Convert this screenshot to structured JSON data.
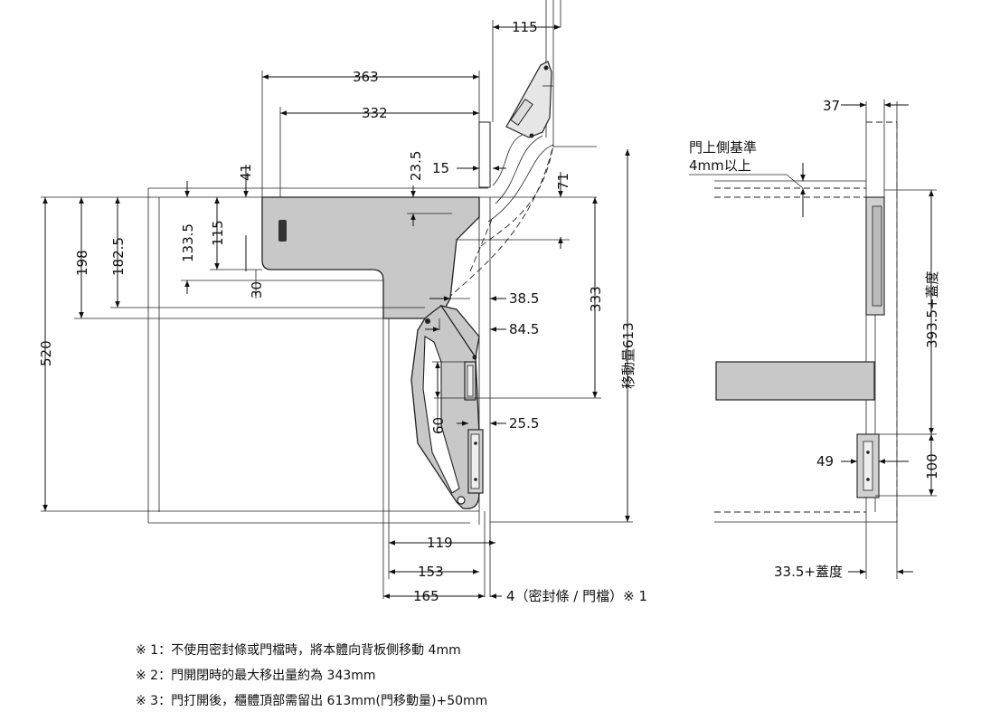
{
  "dimensions": {
    "d115": "115",
    "d363": "363",
    "d332": "332",
    "d41": "41",
    "d23_5": "23.5",
    "d15": "15",
    "d71": "71",
    "d133_5": "133.5",
    "d115b": "115",
    "d198": "198",
    "d182_5": "182.5",
    "d30": "30",
    "d520": "520",
    "d38_5": "38.5",
    "d84_5": "84.5",
    "d333": "333",
    "d_move613": "移動量613",
    "d60": "60",
    "d25_5": "25.5",
    "d119": "119",
    "d153": "153",
    "d165": "165",
    "d4_note": "4（密封條 / 門檔）※ 1",
    "d37": "37",
    "door_top_ref_1": "門上側基準",
    "door_top_ref_2": "4mm以上",
    "d393_5": "393.5+蓋度",
    "d49": "49",
    "d100": "100",
    "d33_5": "33.5+蓋度"
  },
  "notes": [
    "※ 1：不使用密封條或門檔時，將本體向背板側移動 4mm",
    "※ 2：門開閉時的最大移出量約為 343mm",
    "※ 3：門打開後，櫃體頂部需留出 613mm(門移動量)+50mm"
  ]
}
